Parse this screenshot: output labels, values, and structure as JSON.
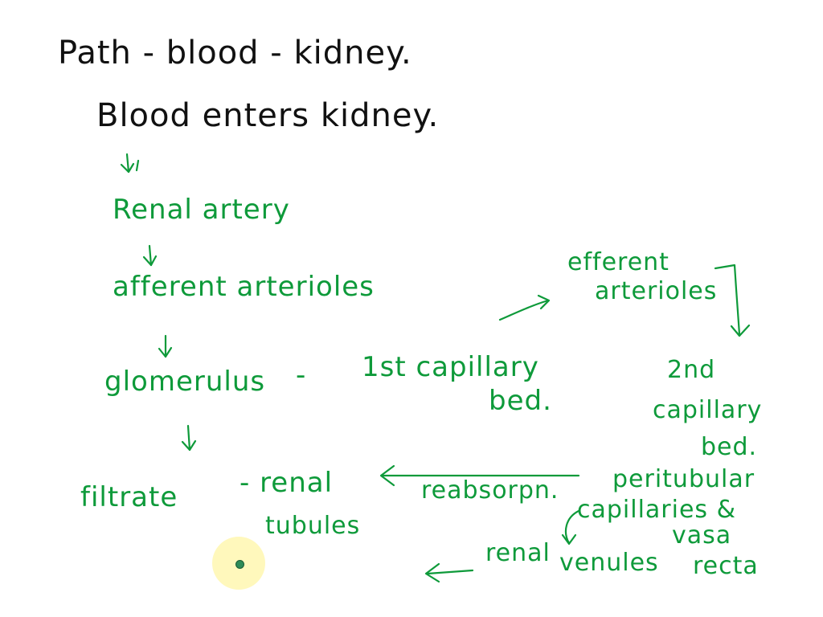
{
  "colors": {
    "ink_black": "#111111",
    "ink_green": "#0e9a3a",
    "cursor_highlight": "#fff7b0"
  },
  "title": "Path - blood - kidney.",
  "step1": "Blood enters kidney.",
  "step2": "Renal artery",
  "step3": "afferent arterioles",
  "step4a": "glomerulus",
  "step4b": "-",
  "step4c": "1st capillary",
  "step4d": "bed.",
  "efferent_line1": "efferent",
  "efferent_line2": "arterioles",
  "second_bed_line1": "2nd",
  "second_bed_line2": "capillary",
  "second_bed_line3": "bed.",
  "step5a": "filtrate",
  "step5b": "- renal",
  "step5c": "tubules",
  "reabsorption": "reabsorpn.",
  "peritubular_line1": "peritubular",
  "peritubular_line2": "capillaries &",
  "vasa_line1": "vasa",
  "vasa_line2": "recta",
  "renal_venules_line1": "renal",
  "renal_venules_line2": "venules"
}
